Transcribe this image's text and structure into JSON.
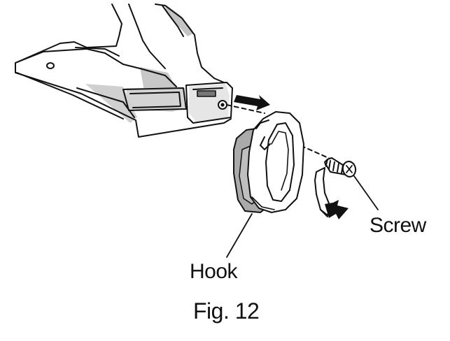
{
  "figure": {
    "labels": {
      "screw": "Screw",
      "hook": "Hook"
    },
    "caption": "Fig. 12"
  }
}
